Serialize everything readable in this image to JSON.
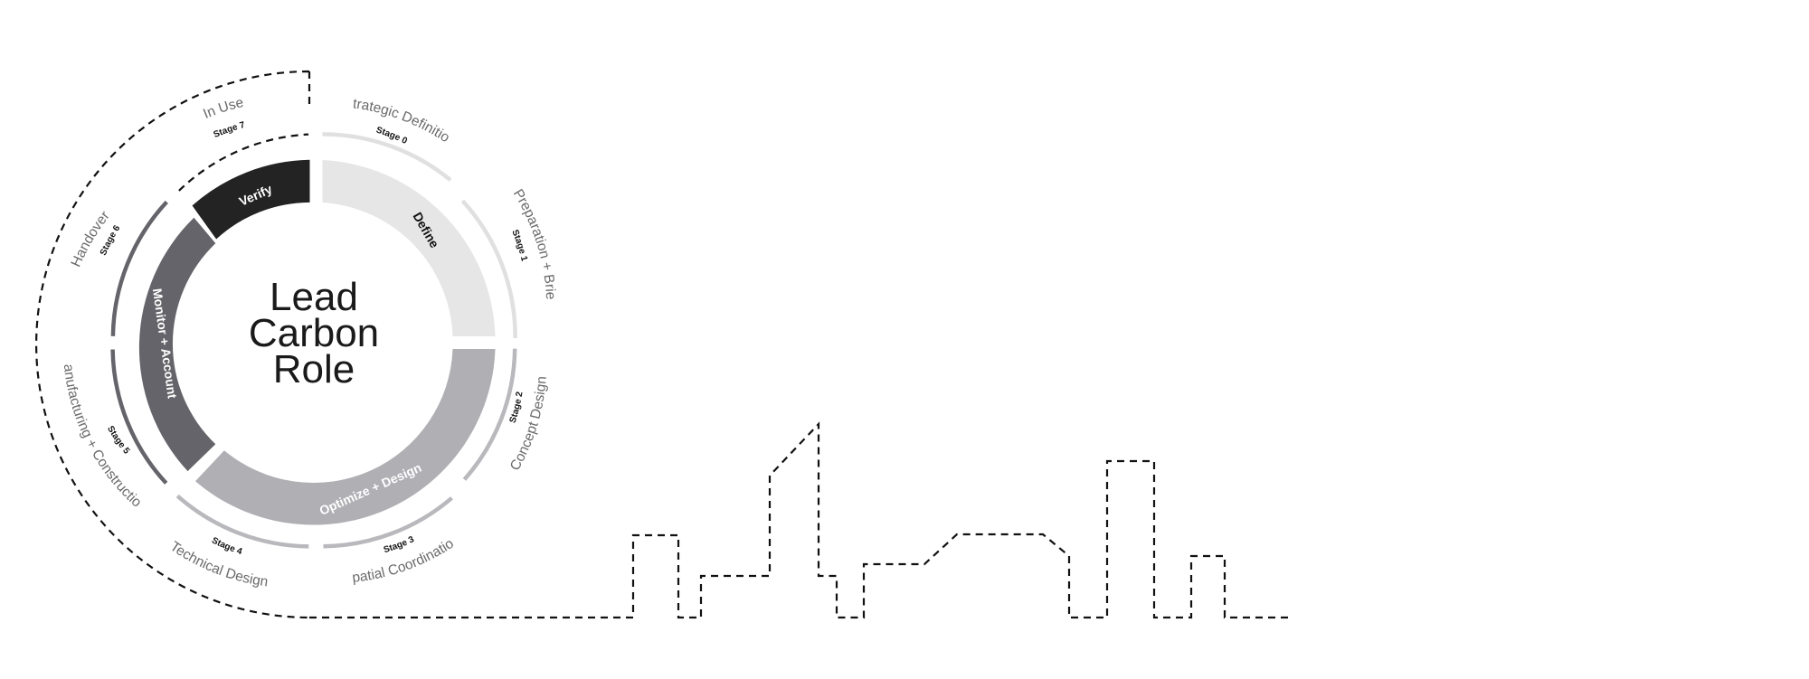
{
  "center": {
    "line1": "Lead",
    "line2": "Carbon",
    "line3": "Role"
  },
  "phases": [
    {
      "id": "define",
      "label": "Define",
      "color": "#e6e6e6",
      "text_color": "#111111"
    },
    {
      "id": "optimize",
      "label": "Optimize + Design",
      "color": "#afafb4",
      "text_color": "#ffffff"
    },
    {
      "id": "monitor",
      "label": "Monitor + Account",
      "color": "#64646a",
      "text_color": "#ffffff"
    },
    {
      "id": "verify",
      "label": "Verify",
      "color": "#232323",
      "text_color": "#ffffff"
    }
  ],
  "stages": [
    {
      "num": "Stage 0",
      "name": "Strategic Definition",
      "arc_color": "#e0e0e0"
    },
    {
      "num": "Stage 1",
      "name": "Preparation + Brief",
      "arc_color": "#e0e0e0"
    },
    {
      "num": "Stage 2",
      "name": "Concept Design",
      "arc_color": "#b9b9bd"
    },
    {
      "num": "Stage 3",
      "name": "Spatial Coordination",
      "arc_color": "#b9b9bd"
    },
    {
      "num": "Stage 4",
      "name": "Technical Design",
      "arc_color": "#b9b9bd"
    },
    {
      "num": "Stage 5",
      "name": "Manufacturing + Construction",
      "arc_color": "#64646a"
    },
    {
      "num": "Stage 6",
      "name": "Handover",
      "arc_color": "#64646a"
    },
    {
      "num": "Stage 7",
      "name": "In Use",
      "arc_color": "#111111"
    }
  ]
}
